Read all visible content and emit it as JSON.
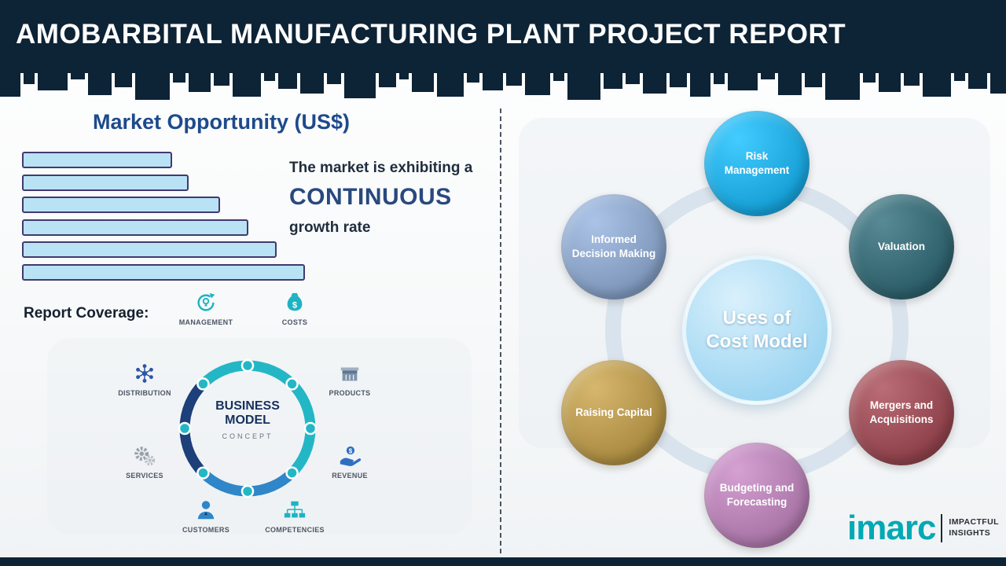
{
  "header": {
    "title": "AMOBARBITAL MANUFACTURING PLANT PROJECT REPORT"
  },
  "market": {
    "heading": "Market Opportunity (US$)",
    "growth_line1": "The market is exhibiting a",
    "growth_line2": "CONTINUOUS",
    "growth_line3": "growth rate"
  },
  "chart_data": {
    "type": "bar",
    "orientation": "horizontal",
    "title": "Market Opportunity (US$)",
    "categories": [
      "bar1",
      "bar2",
      "bar3",
      "bar4",
      "bar5",
      "bar6"
    ],
    "values": [
      53,
      59,
      70,
      80,
      90,
      100
    ],
    "unit": "relative-percent (no axis labels shown)",
    "xlabel": "",
    "ylabel": "",
    "axes_labeled": false,
    "bar_fill": "#b9e2f5",
    "bar_border": "#413a6e"
  },
  "report_coverage": {
    "label": "Report Coverage:",
    "business_model": {
      "center": [
        "BUSINESS",
        "MODEL",
        "CONCEPT"
      ],
      "items": [
        {
          "label": "MANAGEMENT",
          "icon": "management-cycle-icon"
        },
        {
          "label": "COSTS",
          "icon": "money-bag-icon"
        },
        {
          "label": "DISTRIBUTION",
          "icon": "network-icon"
        },
        {
          "label": "PRODUCTS",
          "icon": "box-icon"
        },
        {
          "label": "SERVICES",
          "icon": "gears-icon"
        },
        {
          "label": "REVENUE",
          "icon": "hand-coin-icon"
        },
        {
          "label": "CUSTOMERS",
          "icon": "person-icon"
        },
        {
          "label": "COMPETENCIES",
          "icon": "org-chart-icon"
        }
      ]
    }
  },
  "cost_model": {
    "center_label": "Uses of\nCost Model",
    "nodes": [
      {
        "label": "Risk Management",
        "color": "#169fd6"
      },
      {
        "label": "Valuation",
        "color": "#2b5d68"
      },
      {
        "label": "Mergers and Acquisitions",
        "color": "#8d4049"
      },
      {
        "label": "Budgeting and Forecasting",
        "color": "#a874a6"
      },
      {
        "label": "Raising Capital",
        "color": "#a98a40"
      },
      {
        "label": "Informed Decision Making",
        "color": "#7d96ba"
      }
    ]
  },
  "footer": {
    "logo_text": "imarc",
    "tagline": [
      "IMPACTFUL",
      "INSIGHTS"
    ]
  },
  "colors": {
    "banner": "#0d2336",
    "heading_blue": "#1d4a8c",
    "logo_teal": "#00a9b4"
  }
}
